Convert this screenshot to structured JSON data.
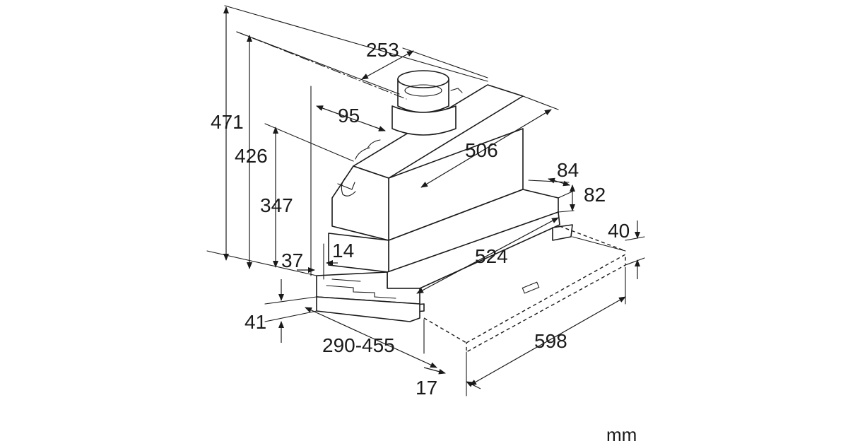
{
  "dimensions": {
    "height_total": "471",
    "height_body": "426",
    "height_lower": "347",
    "duct_diameter": "253",
    "duct_offset": "95",
    "depth_top": "506",
    "top_offset_x": "84",
    "top_offset_y": "82",
    "front_height": "40",
    "depth_panel": "524",
    "side_offset_37": "37",
    "side_offset_14": "14",
    "front_41": "41",
    "extension_range": "290-455",
    "offset_17": "17",
    "width": "598"
  },
  "unit": "mm"
}
